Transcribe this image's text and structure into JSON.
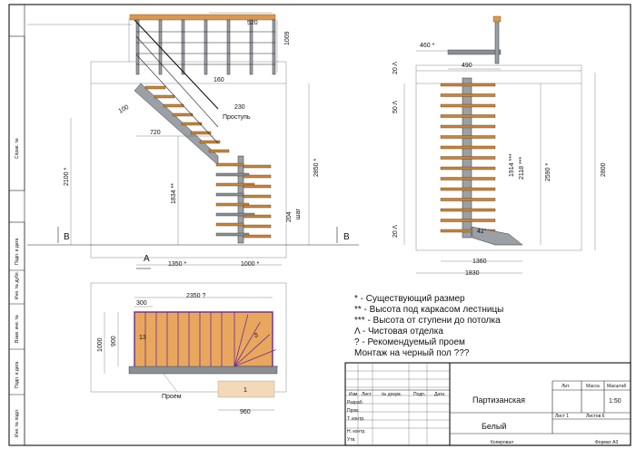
{
  "side_titles": [
    "Справ. №",
    "Подп. и дата",
    "Инв. № дубл.",
    "Взам. инв. №",
    "Подп. и дата",
    "Инв. № подл."
  ],
  "front_view": {
    "dims": {
      "top_width": "520",
      "rail_height": "1009",
      "d160": "160",
      "d230": "230",
      "prostup": "Проступь",
      "d100": "100",
      "d720": "720",
      "height_2100": "2100 *",
      "height_1834": "1834 **",
      "height_2850": "2850 *",
      "d204": "204",
      "shag": "шаг",
      "bottom_1350": "1350 *",
      "bottom_1000": "1000 *"
    },
    "section_b": "В",
    "section_a": "А"
  },
  "side_view": {
    "dims": {
      "d460": "460 *",
      "d490": "490",
      "lvl_top": "20 Λ",
      "lvl_mid": "50 Λ",
      "lvl_bot": "20 Λ",
      "d1914": "1914 ***",
      "d2118": "2118 ***",
      "d2590": "2590 *",
      "d2800": "2800",
      "angle": "42°",
      "d1360": "1360",
      "d1830": "1830"
    }
  },
  "plan_view": {
    "dims": {
      "d2350": "2350 ?",
      "d300": "300",
      "d1000": "1000",
      "d900": "900",
      "step13": "13",
      "step5": "5",
      "step1": "1",
      "d960": "960",
      "proem": "Проем"
    }
  },
  "notes": [
    "* - Существующий размер",
    "** - Высота под каркасом лестницы",
    "*** - Высота от ступени до потолка",
    "Λ - Чистовая отделка",
    "? - Рекомендуемый проем",
    "Монтаж на черный пол ???"
  ],
  "title_block": {
    "header_cols": [
      "Изм",
      "Лист",
      "№ докум.",
      "Подп.",
      "Дата"
    ],
    "rows": [
      "Разраб.",
      "Пров.",
      "Т. контр.",
      "Н. контр.",
      "Утв."
    ],
    "name": "Партизанская",
    "material": "Белый",
    "lit_label": "Лит.",
    "mass_label": "Масса",
    "scale_label": "Масштаб",
    "scale": "1:50",
    "sheet": "Лист 1",
    "sheets": "Листов 6",
    "copied": "Копировал",
    "format": "Формат А3"
  }
}
